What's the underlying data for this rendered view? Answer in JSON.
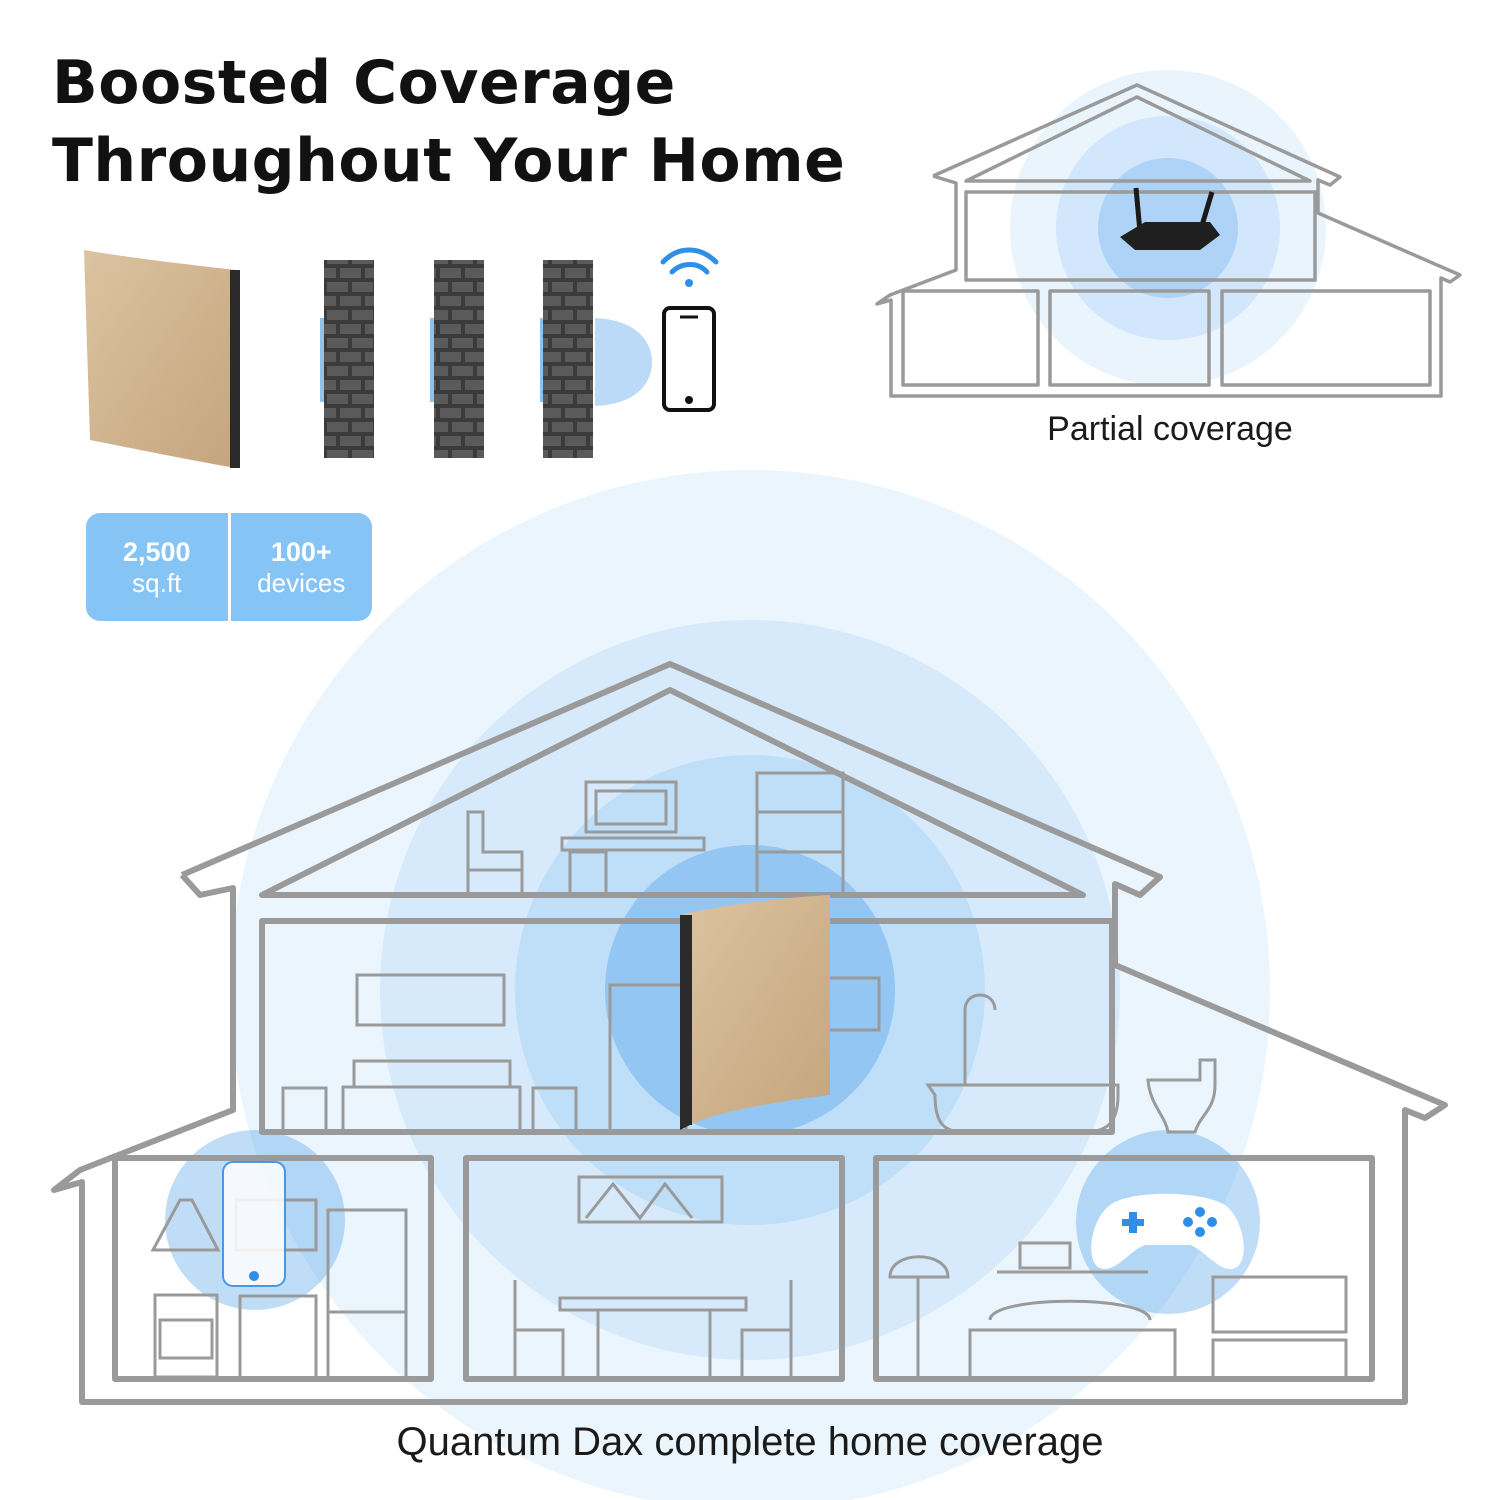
{
  "headline": {
    "line1": "Boosted Coverage",
    "line2": "Throughout Your Home"
  },
  "stats": [
    {
      "value": "2,500",
      "unit": "sq.ft"
    },
    {
      "value": "100+",
      "unit": "devices"
    }
  ],
  "captions": {
    "partial": "Partial coverage",
    "complete": "Quantum Dax complete home coverage"
  },
  "colors": {
    "signal_blue": "#2f8fe6",
    "badge_blue": "#86c4f5",
    "house_gray": "#9a9a9a",
    "router_gold": "#d5b894"
  }
}
